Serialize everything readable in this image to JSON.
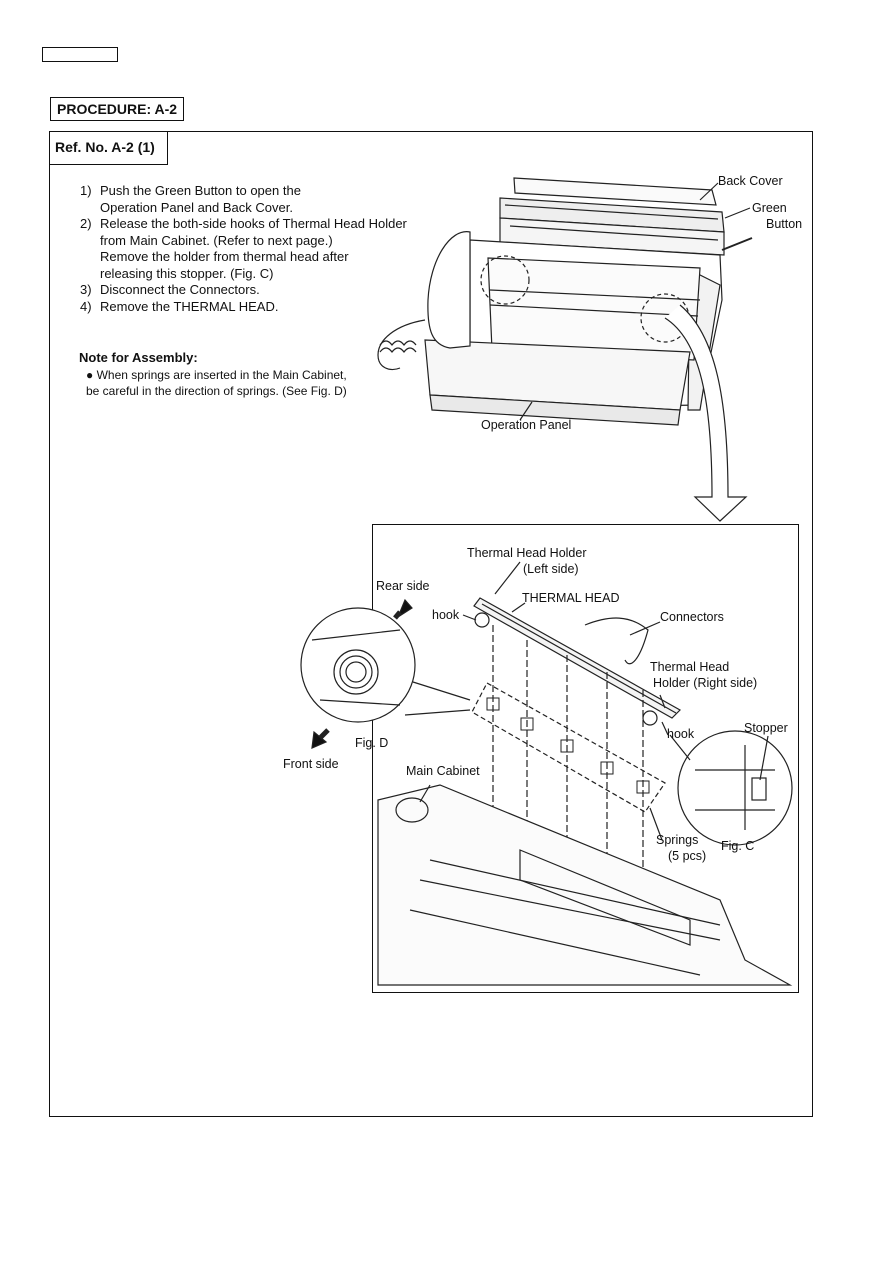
{
  "header": {
    "procedure": "PROCEDURE:  A-2",
    "ref_no": "Ref. No.  A-2 (1)"
  },
  "steps": [
    {
      "num": "1)",
      "lines": [
        "Push the Green Button to open the",
        "Operation Panel and Back Cover."
      ]
    },
    {
      "num": "2)",
      "lines": [
        "Release the both-side hooks of Thermal Head Holder",
        "from Main Cabinet. (Refer to next page.)",
        "Remove the holder from thermal head after",
        "releasing this stopper. (Fig. C)"
      ]
    },
    {
      "num": "3)",
      "lines": [
        "Disconnect the Connectors."
      ]
    },
    {
      "num": "4)",
      "lines": [
        "Remove the THERMAL HEAD."
      ]
    }
  ],
  "note": {
    "heading": "Note for Assembly:",
    "line1": "● When springs are inserted in the Main Cabinet,",
    "line2": "be careful in the direction of springs. (See Fig. D)"
  },
  "labels": {
    "back_cover": "Back Cover",
    "green": "Green",
    "button": "Button",
    "operation_panel": "Operation Panel",
    "holder_left_1": "Thermal Head Holder",
    "holder_left_2": "(Left side)",
    "rear_side": "Rear side",
    "hook": "hook",
    "thermal_head": "THERMAL HEAD",
    "connectors": "Connectors",
    "holder_right_1": "Thermal Head",
    "holder_right_2": "Holder (Right side)",
    "stopper": "Stopper",
    "fig_d": "Fig. D",
    "front_side": "Front side",
    "main_cabinet": "Main Cabinet",
    "springs_1": "Springs",
    "springs_2": "(5 pcs)",
    "fig_c": "Fig. C"
  }
}
